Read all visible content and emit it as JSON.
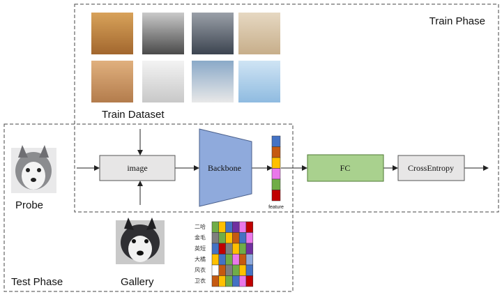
{
  "phases": {
    "train": "Train Phase",
    "test": "Test Phase"
  },
  "labels": {
    "train_dataset": "Train Dataset",
    "probe": "Probe",
    "gallery": "Gallery",
    "feature": "feature"
  },
  "blocks": {
    "image": "image",
    "backbone": "Backbone",
    "fc": "FC",
    "cross_entropy": "CrossEntropy"
  },
  "train_images": [
    {
      "name": "golden-retriever-photo",
      "top": "#d8a25a",
      "bottom": "#a2672e"
    },
    {
      "name": "husky-with-bows-photo",
      "top": "#c9c9c9",
      "bottom": "#4a4a4a"
    },
    {
      "name": "transformer-robot-photo",
      "top": "#9aa0a8",
      "bottom": "#3c4450"
    },
    {
      "name": "trench-coat-photo",
      "top": "#e6d8c2",
      "bottom": "#c7ae8a"
    },
    {
      "name": "cat-tongue-photo",
      "top": "#e0b07e",
      "bottom": "#b37c4c"
    },
    {
      "name": "white-car-photo",
      "top": "#f3f3f3",
      "bottom": "#c8c8c8"
    },
    {
      "name": "ambulance-van-photo",
      "top": "#8aa9c8",
      "bottom": "#e8e8e8"
    },
    {
      "name": "blue-sweater-photo",
      "top": "#cfe4f4",
      "bottom": "#8fbbe0"
    }
  ],
  "feature_colors": [
    "#4472c4",
    "#c55a11",
    "#ffc000",
    "#ea78ea",
    "#70ad47",
    "#c00000"
  ],
  "gallery_rows": [
    "二哈",
    "金毛",
    "英短",
    "大橘",
    "风衣",
    "卫衣"
  ],
  "gallery_matrix": [
    [
      "#70ad47",
      "#ffc000",
      "#4472c4",
      "#7030a0",
      "#ea78ea",
      "#c00000"
    ],
    [
      "#7f7f7f",
      "#70ad47",
      "#ffc000",
      "#c55a11",
      "#4472c4",
      "#ea78ea"
    ],
    [
      "#4472c4",
      "#c00000",
      "#7f7f7f",
      "#ffc000",
      "#70ad47",
      "#7030a0"
    ],
    [
      "#ffc000",
      "#4472c4",
      "#70ad47",
      "#ea78ea",
      "#c55a11",
      "#8faadc"
    ],
    [
      "#ffffff",
      "#c55a11",
      "#7f7f7f",
      "#70ad47",
      "#ffc000",
      "#4472c4"
    ],
    [
      "#c55a11",
      "#ffc000",
      "#70ad47",
      "#4472c4",
      "#ea78ea",
      "#c00000"
    ]
  ],
  "colors": {
    "image_box": "#e7e6e6",
    "backbone": "#8faadc",
    "fc_box": "#a9d18e",
    "ce_box": "#e7e6e6"
  }
}
